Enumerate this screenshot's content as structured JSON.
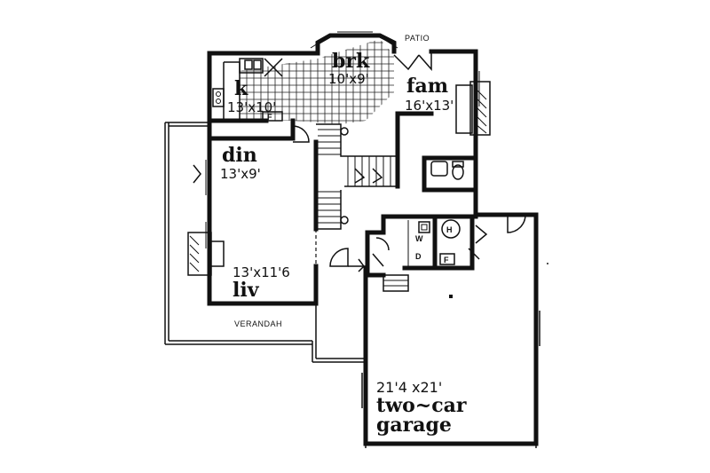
{
  "rooms": {
    "kitchen": {
      "name": "k",
      "dims": "13'x10'"
    },
    "breakfast": {
      "name": "brk",
      "dims": "10'x9'"
    },
    "family": {
      "name": "fam",
      "dims": "16'x13'"
    },
    "dining": {
      "name": "din",
      "dims": "13'x9'"
    },
    "living": {
      "name": "liv",
      "dims": "13'x11'6"
    },
    "garage": {
      "name_line1": "two~car",
      "name_line2": "garage",
      "dims": "21'4 x21'"
    }
  },
  "labels": {
    "patio": "PATIO",
    "verandah": "VERANDAH",
    "washer": "W",
    "dryer": "D",
    "heater": "H",
    "furnace": "F",
    "fridge": "F"
  }
}
